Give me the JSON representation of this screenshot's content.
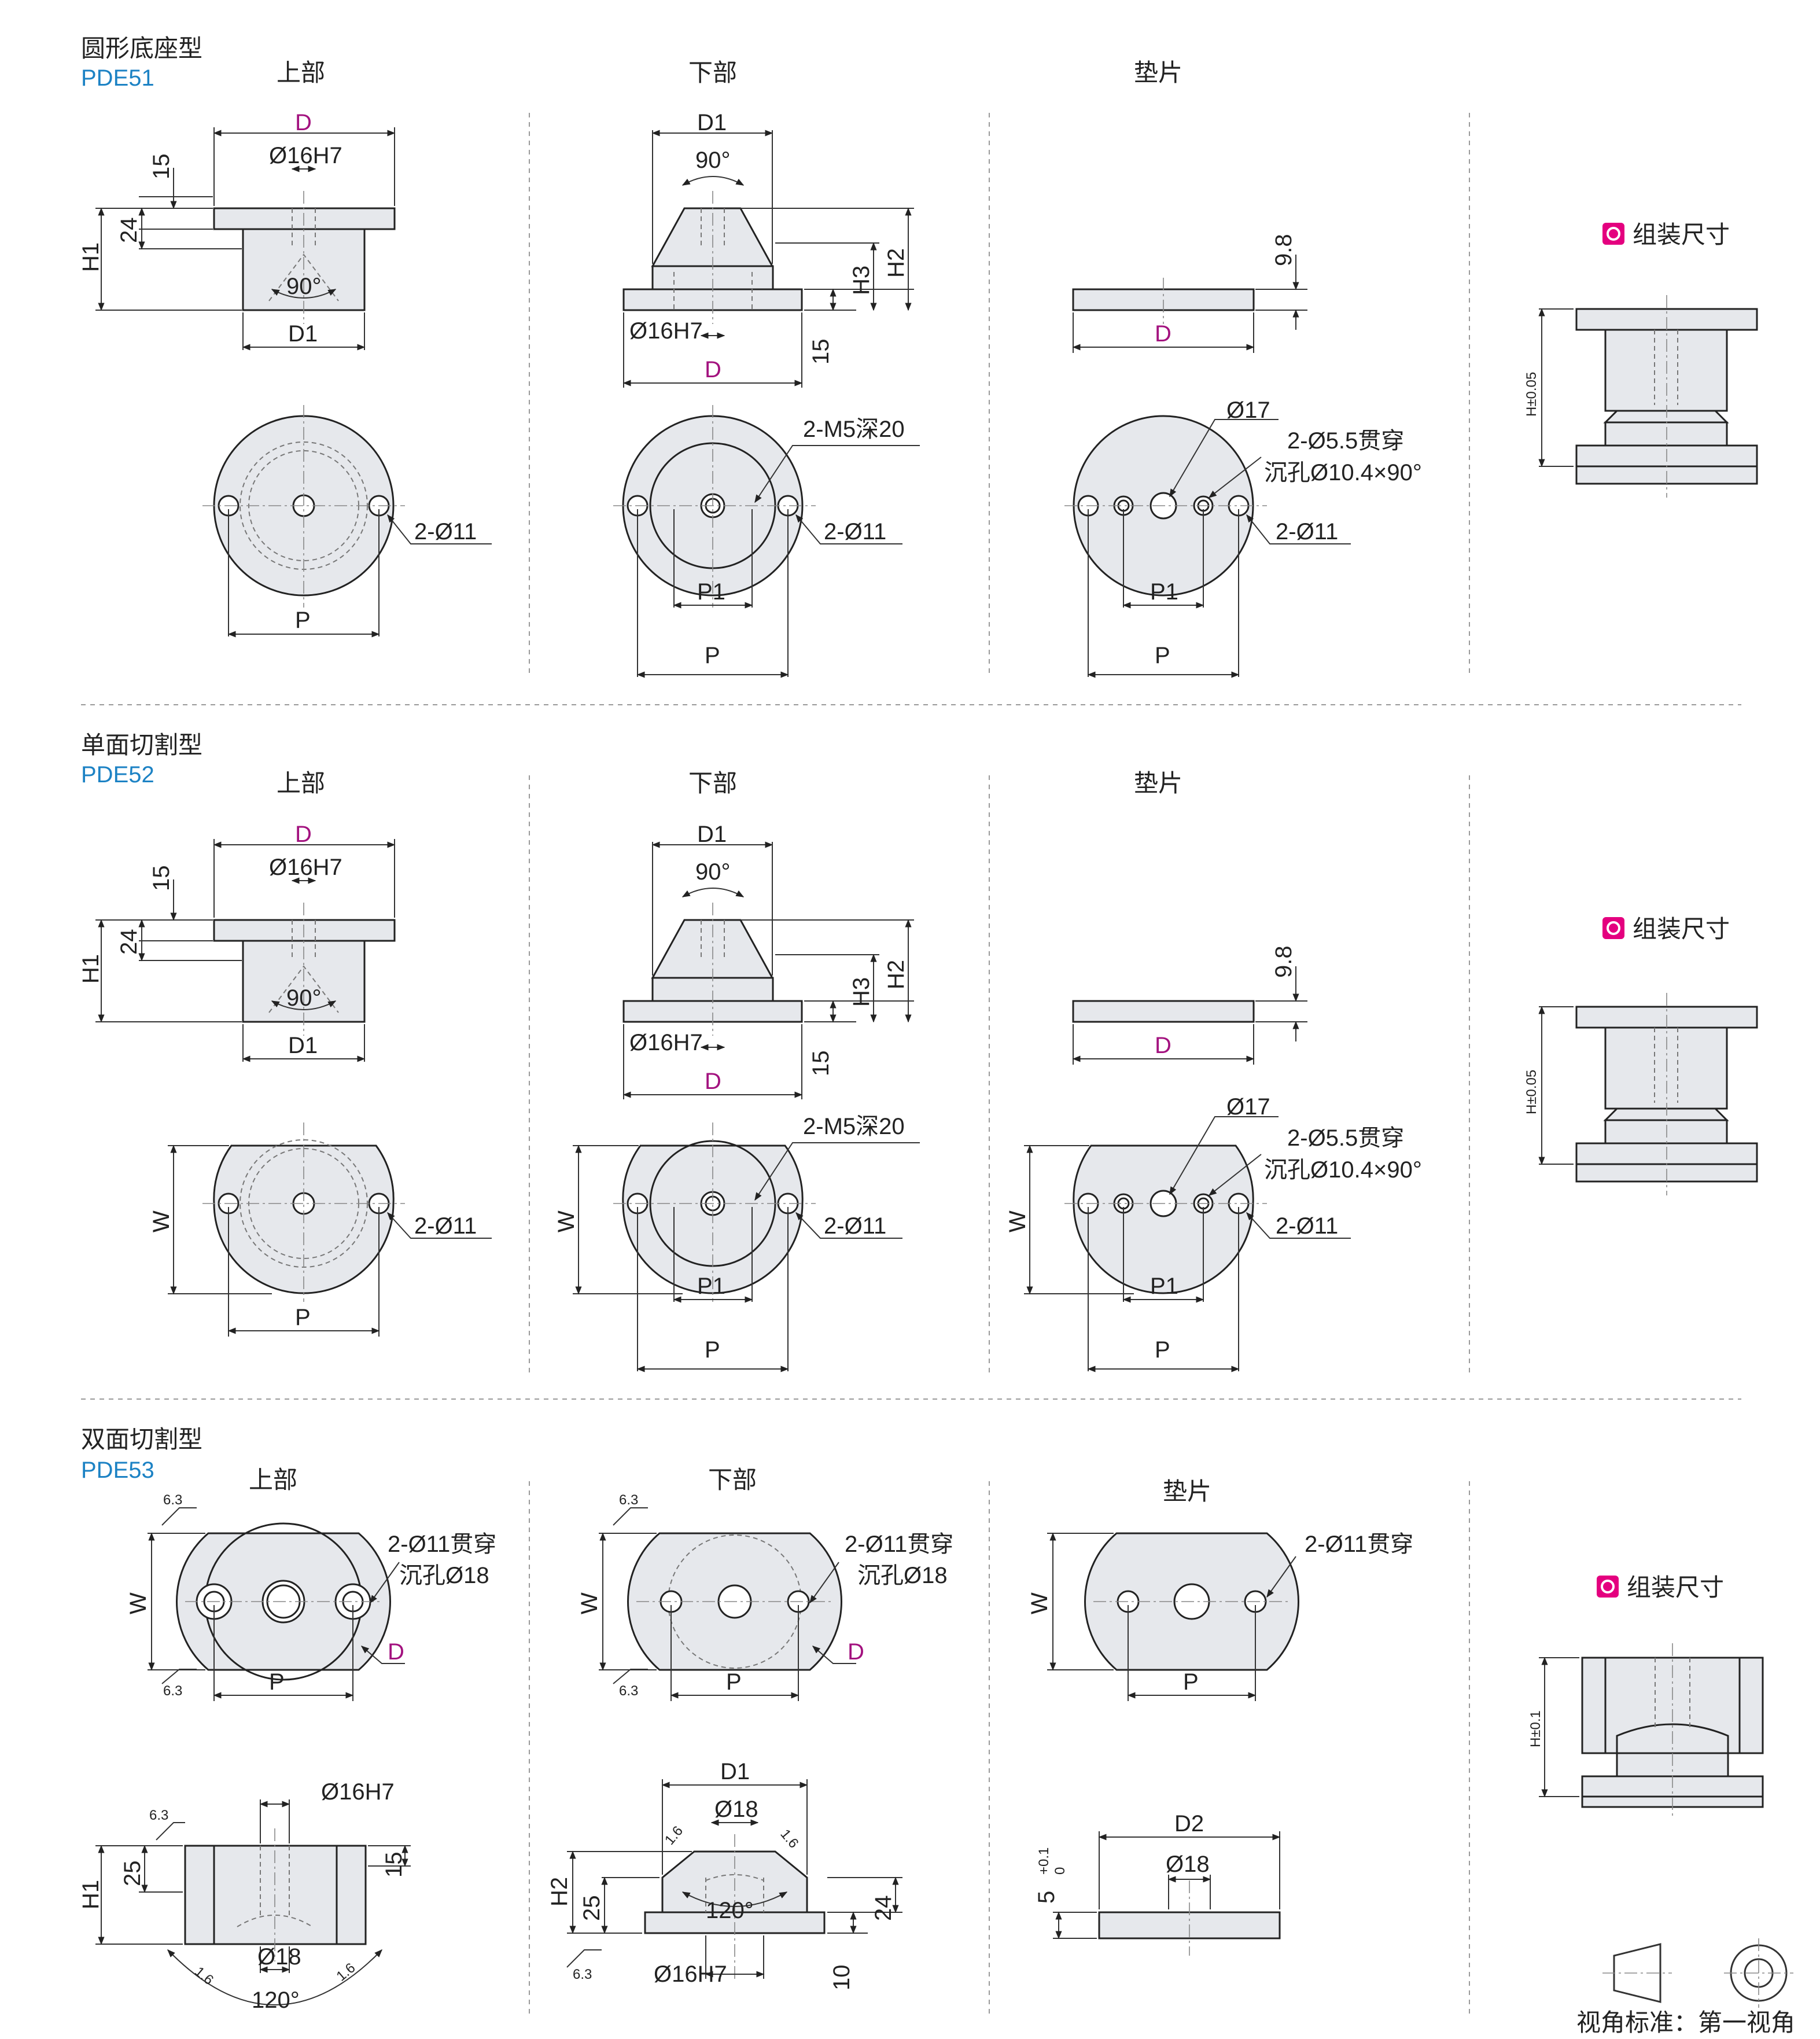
{
  "sections": [
    {
      "type_name": "圆形底座型",
      "model": "PDE51"
    },
    {
      "type_name": "单面切割型",
      "model": "PDE52"
    },
    {
      "type_name": "双面切割型",
      "model": "PDE53"
    }
  ],
  "view_titles": {
    "upper": "上部",
    "lower": "下部",
    "shim": "垫片",
    "assembly": "组装尺寸"
  },
  "dims": {
    "D": "D",
    "D1": "D1",
    "D2": "D2",
    "P": "P",
    "P1": "P1",
    "W": "W",
    "H1": "H1",
    "H2": "H2",
    "H3": "H3",
    "bore": "Ø16H7",
    "angle90": "90°",
    "angle120": "120°",
    "d15": "15",
    "d24": "24",
    "d25": "25",
    "d10": "10",
    "d9_8": "9.8",
    "d17": "Ø17",
    "d18": "Ø18",
    "d5": "5",
    "d5_tol_upper": "+0.1",
    "d5_tol_lower": "0",
    "chamfer63": "6.3",
    "chamfer16": "1.6",
    "H005": "H±0.05",
    "H01": "H±0.1"
  },
  "callouts": {
    "holes_2_11": "2-Ø11",
    "tapped": "2-M5深20",
    "cbore_a": "2-Ø5.5贯穿",
    "cbore_b": "沉孔Ø10.4×90°",
    "through_a": "2-Ø11贯穿",
    "through_b": "沉孔Ø18"
  },
  "footer": {
    "projection_label": "视角标准：第一视角"
  },
  "colors": {
    "accent_magenta": "#e4007f",
    "model_blue": "#1c82c4",
    "dim_magenta": "#a3127f",
    "part_fill": "#e6e8ec"
  }
}
